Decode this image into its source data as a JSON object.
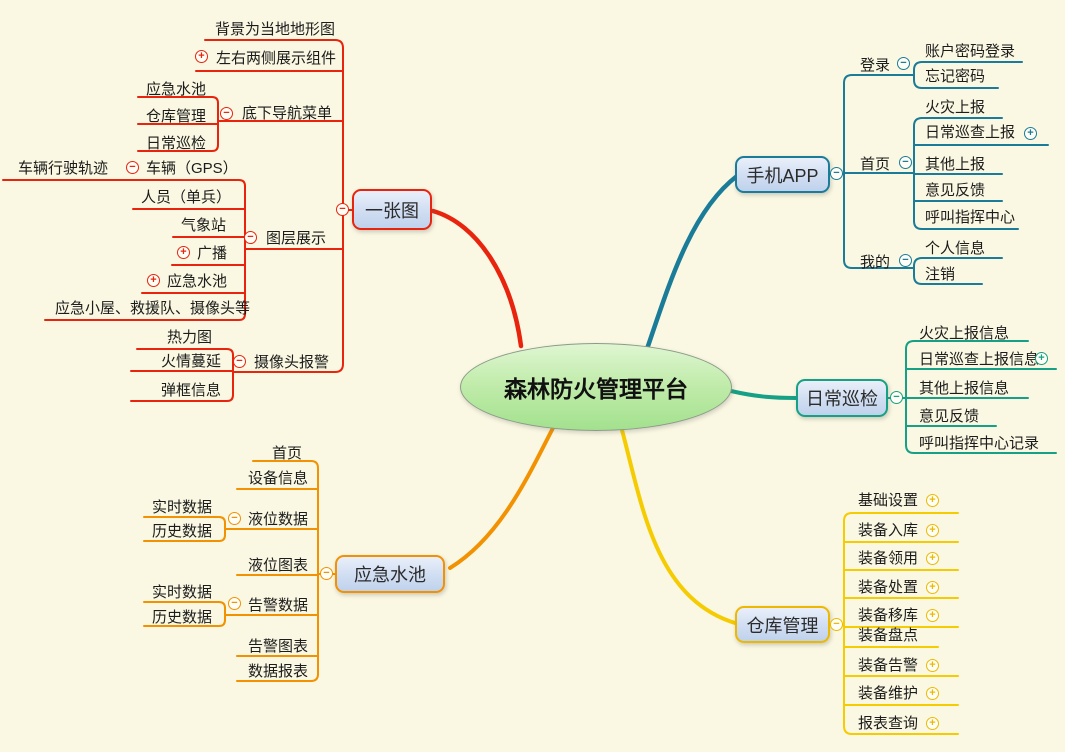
{
  "app": {
    "background": "#FAF8E2"
  },
  "icons": {
    "collapse": "−",
    "expand": "+"
  },
  "center": {
    "label": "森林防火管理平台",
    "fill": "#B4E79E",
    "border": "#8C9B88"
  },
  "branches": [
    {
      "label": "一张图",
      "color": "#E8240E",
      "children": [
        {
          "label": "背景为当地地形图"
        },
        {
          "label": "左右两侧展示组件",
          "expand": "+"
        },
        {
          "label": "底下导航菜单",
          "expand": "-",
          "children": [
            {
              "label": "应急水池"
            },
            {
              "label": "仓库管理"
            },
            {
              "label": "日常巡检"
            }
          ]
        },
        {
          "label": "图层展示",
          "expand": "-",
          "children": [
            {
              "label": "车辆（GPS）",
              "expand": "-",
              "children": [
                {
                  "label": "车辆行驶轨迹"
                }
              ]
            },
            {
              "label": "人员（单兵）"
            },
            {
              "label": "气象站"
            },
            {
              "label": "广播",
              "expand": "+"
            },
            {
              "label": "应急水池",
              "expand": "+"
            },
            {
              "label": "应急小屋、救援队、摄像头等"
            }
          ]
        },
        {
          "label": "摄像头报警",
          "expand": "-",
          "children": [
            {
              "label": "热力图"
            },
            {
              "label": "火情蔓延"
            },
            {
              "label": "弹框信息"
            }
          ]
        }
      ]
    },
    {
      "label": "手机APP",
      "color": "#1A7C98",
      "children": [
        {
          "label": "登录",
          "expand": "-",
          "children": [
            {
              "label": "账户密码登录"
            },
            {
              "label": "忘记密码"
            }
          ]
        },
        {
          "label": "首页",
          "expand": "-",
          "children": [
            {
              "label": "火灾上报"
            },
            {
              "label": "日常巡查上报",
              "expand": "+"
            },
            {
              "label": "其他上报"
            },
            {
              "label": "意见反馈"
            },
            {
              "label": "呼叫指挥中心"
            }
          ]
        },
        {
          "label": "我的",
          "expand": "-",
          "children": [
            {
              "label": "个人信息"
            },
            {
              "label": "注销"
            }
          ]
        }
      ]
    },
    {
      "label": "日常巡检",
      "color": "#16A085",
      "children": [
        {
          "label": "火灾上报信息"
        },
        {
          "label": "日常巡查上报信息",
          "expand": "+"
        },
        {
          "label": "其他上报信息"
        },
        {
          "label": "意见反馈"
        },
        {
          "label": "呼叫指挥中心记录"
        }
      ]
    },
    {
      "label": "仓库管理",
      "color": "#F5CB02",
      "children": [
        {
          "label": "基础设置",
          "expand": "+"
        },
        {
          "label": "装备入库",
          "expand": "+"
        },
        {
          "label": "装备领用",
          "expand": "+"
        },
        {
          "label": "装备处置",
          "expand": "+"
        },
        {
          "label": "装备移库",
          "expand": "+"
        },
        {
          "label": "装备盘点"
        },
        {
          "label": "装备告警",
          "expand": "+"
        },
        {
          "label": "装备维护",
          "expand": "+"
        },
        {
          "label": "报表查询",
          "expand": "+"
        }
      ]
    },
    {
      "label": "应急水池",
      "color": "#F29102",
      "children": [
        {
          "label": "首页"
        },
        {
          "label": "设备信息"
        },
        {
          "label": "液位数据",
          "expand": "-",
          "children": [
            {
              "label": "实时数据"
            },
            {
              "label": "历史数据"
            }
          ]
        },
        {
          "label": "液位图表"
        },
        {
          "label": "告警数据",
          "expand": "-",
          "children": [
            {
              "label": "实时数据"
            },
            {
              "label": "历史数据"
            }
          ]
        },
        {
          "label": "告警图表"
        },
        {
          "label": "数据报表"
        }
      ]
    }
  ]
}
